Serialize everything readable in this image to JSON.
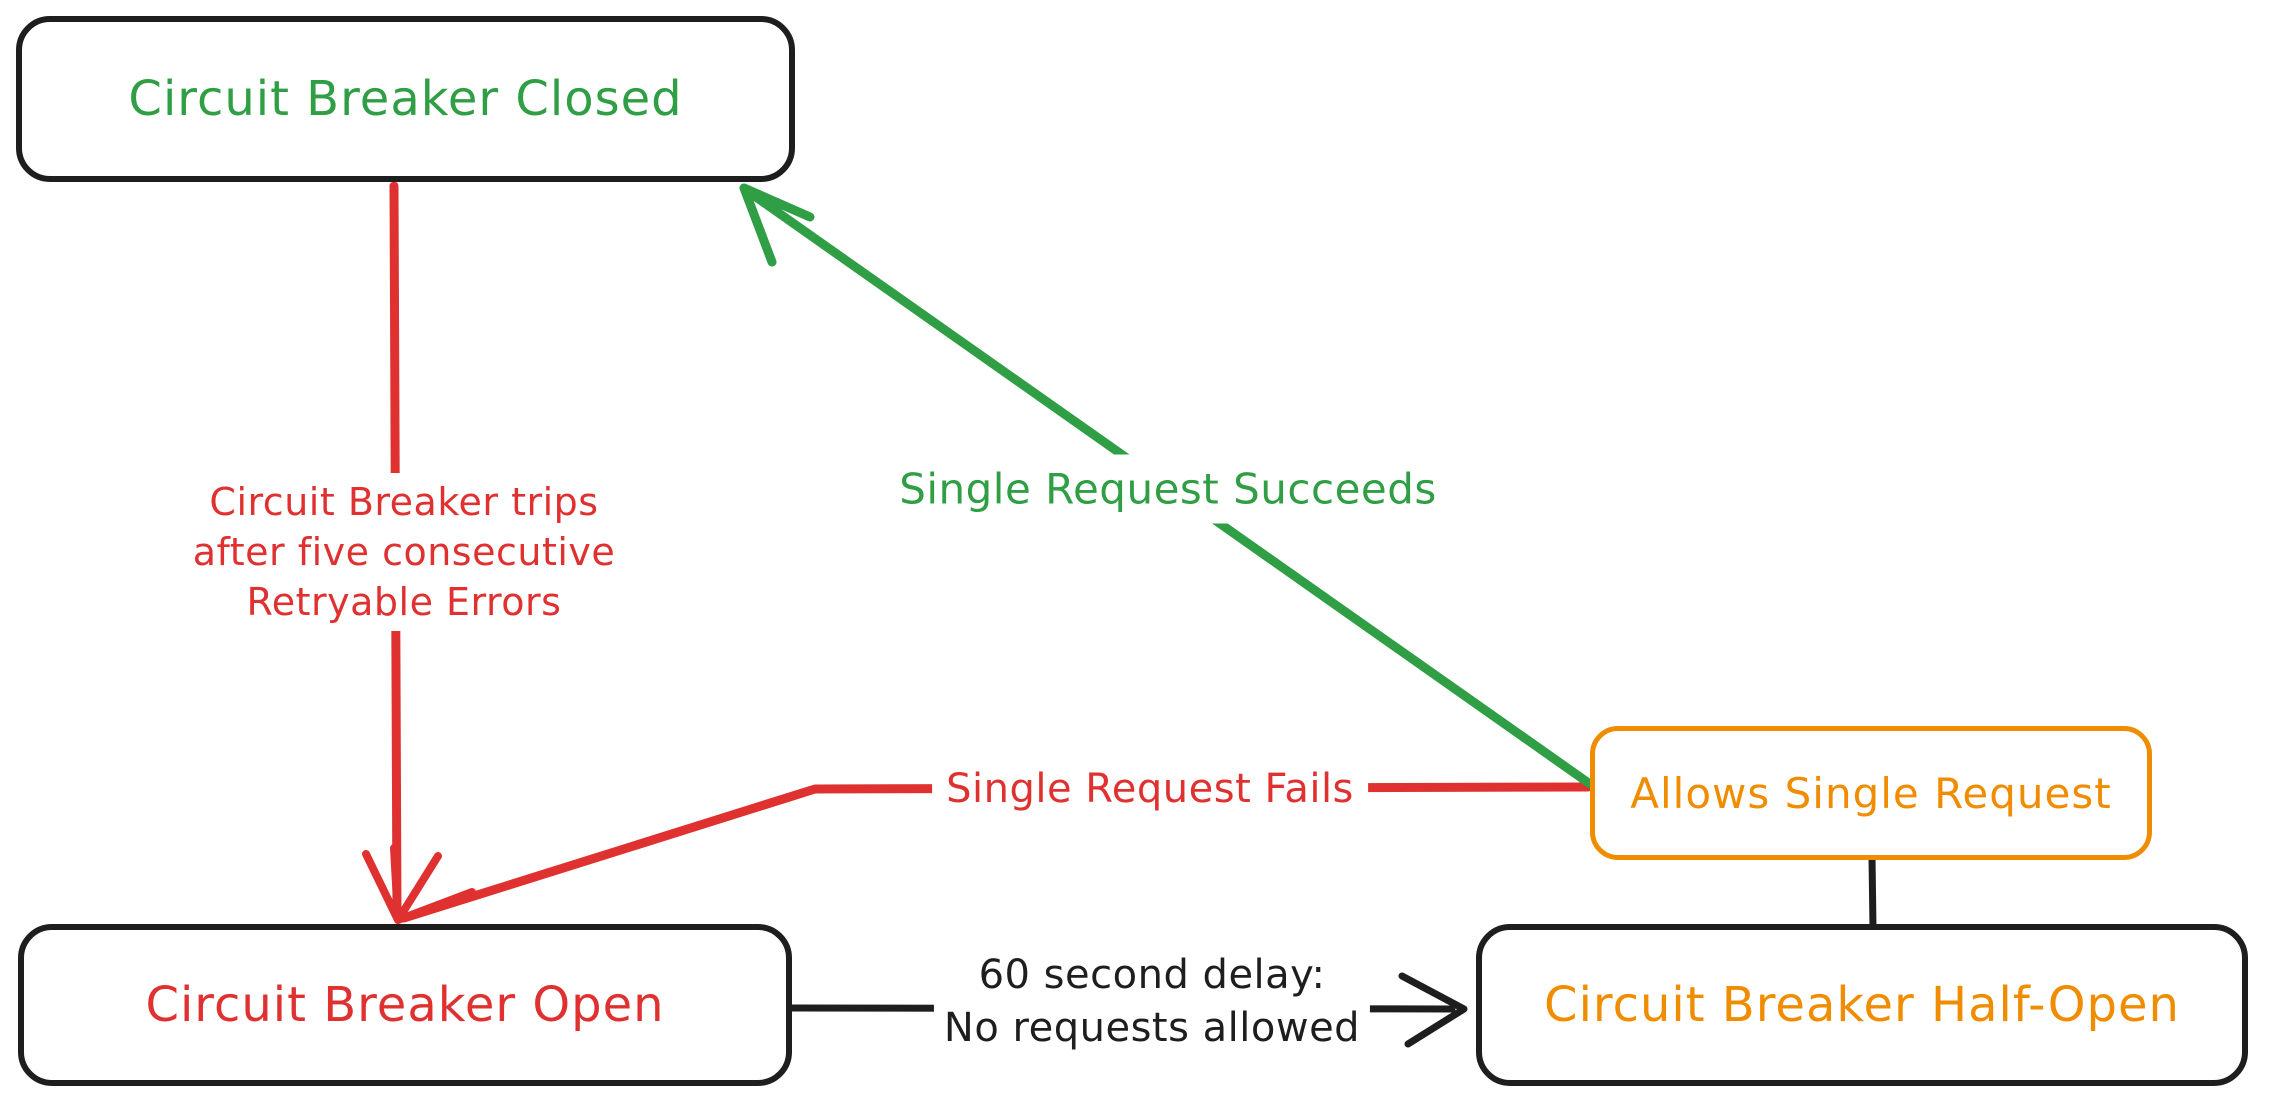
{
  "diagram": {
    "type": "state-diagram",
    "subject": "Circuit Breaker pattern states"
  },
  "colors": {
    "ink": "#1e1e1e",
    "green": "#2f9e44",
    "red": "#e03131",
    "orange": "#f08c00",
    "background": "#ffffff"
  },
  "nodes": {
    "closed": {
      "label": "Circuit Breaker Closed",
      "text_color": "#2f9e44",
      "border_color": "#1e1e1e"
    },
    "open": {
      "label": "Circuit Breaker Open",
      "text_color": "#e03131",
      "border_color": "#1e1e1e"
    },
    "half_open": {
      "label": "Circuit Breaker Half-Open",
      "text_color": "#f08c00",
      "border_color": "#1e1e1e"
    },
    "allows": {
      "label": "Allows Single Request",
      "text_color": "#f08c00",
      "border_color": "#f08c00"
    }
  },
  "edges": {
    "trip": {
      "from": "closed",
      "to": "open",
      "color": "#e03131",
      "label_lines": [
        "Circuit Breaker trips",
        "after five consecutive",
        "Retryable Errors"
      ]
    },
    "succeed": {
      "from": "allows",
      "to": "closed",
      "color": "#2f9e44",
      "label": "Single Request Succeeds"
    },
    "fail": {
      "from": "allows",
      "to": "open",
      "color": "#e03131",
      "label": "Single Request Fails"
    },
    "delay": {
      "from": "open",
      "to": "half_open",
      "color": "#1e1e1e",
      "label_lines": [
        "60 second delay:",
        "No requests allowed"
      ]
    },
    "link": {
      "from": "allows",
      "to": "half_open",
      "color": "#1e1e1e",
      "label": ""
    }
  }
}
